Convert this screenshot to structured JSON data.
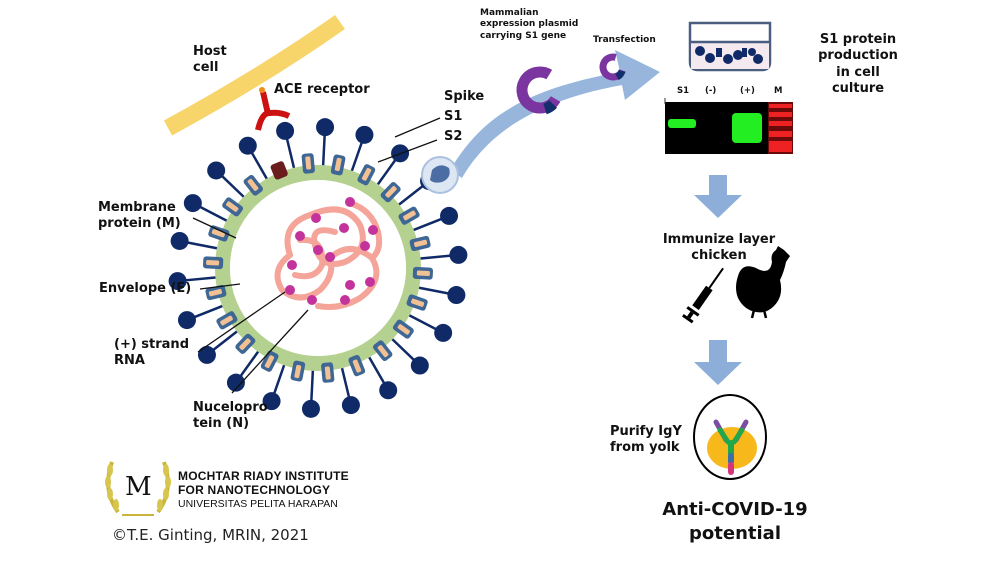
{
  "labels": {
    "host_cell": "Host\ncell",
    "ace_receptor": "ACE receptor",
    "spike": "Spike",
    "s1": "S1",
    "s2": "S2",
    "membrane_protein": "Membrane\nprotein (M)",
    "envelope": "Envelope (E)",
    "rna": "(+) strand\nRNA",
    "nucleoprotein": "Nucelopro\ntein (N)",
    "plasmid": "Mammalian\nexpression plasmid\ncarrying S1 gene",
    "transfection": "Transfection",
    "s1_production": "S1 protein\nproduction\nin cell\nculture",
    "immunize": "Immunize layer\nchicken",
    "purify": "Purify IgY\nfrom yolk",
    "final_result": "Anti-COVID-19\npotential"
  },
  "gel": {
    "lanes": [
      "S1",
      "(-)",
      "(+)",
      "M"
    ]
  },
  "logo": {
    "letter": "M",
    "line1": "MOCHTAR RIADY INSTITUTE",
    "line2": "FOR NANOTECHNOLOGY",
    "line3": "UNIVERSITAS PELITA HARAPAN"
  },
  "copyright": "©T.E. Ginting, MRIN, 2021",
  "colors": {
    "host_cell": "#f7d56b",
    "ace": "#cc1111",
    "spike": "#0f2a66",
    "membrane_ring": "#b5d190",
    "m_protein": "#3f6796",
    "m_protein_core": "#f1c194",
    "envelope": "#6b1d1d",
    "rna": "#f5a49a",
    "nucleoprotein": "#c4339b",
    "arrow": "#8daed8",
    "plasmid": "#7a35a0",
    "plasmid_insert": "#132f6b",
    "gel_green": "#22ee22",
    "gel_red": "#ee2222",
    "yolk": "#f7b81c"
  }
}
